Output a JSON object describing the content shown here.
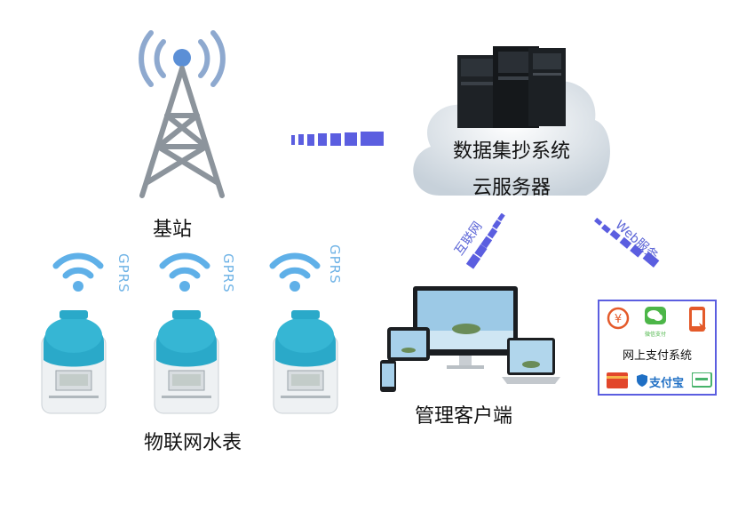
{
  "nodes": {
    "base_station": {
      "label": "基站"
    },
    "cloud": {
      "line1": "数据集抄系统",
      "line2": "云服务器"
    },
    "meters": {
      "label": "物联网水表",
      "signal_label": "GPRS"
    },
    "client": {
      "label": "管理客户端"
    },
    "payment": {
      "label": "网上支付系统",
      "wechat_caption": "微信支付",
      "alipay_label": "支付宝"
    }
  },
  "links": {
    "internet": "互联网",
    "web_service": "Web服务"
  },
  "colors": {
    "accent_blue": "#5b5ee0",
    "signal_blue": "#6fb3e6",
    "meter_teal": "#2aa9c9"
  },
  "icons": [
    "cell-tower-icon",
    "wifi-icon",
    "server-icon",
    "cloud-icon",
    "monitor-icon",
    "laptop-icon",
    "tablet-icon",
    "phone-icon",
    "yen-icon",
    "wechat-icon",
    "mobile-pay-icon",
    "card-icon",
    "alipay-icon"
  ]
}
